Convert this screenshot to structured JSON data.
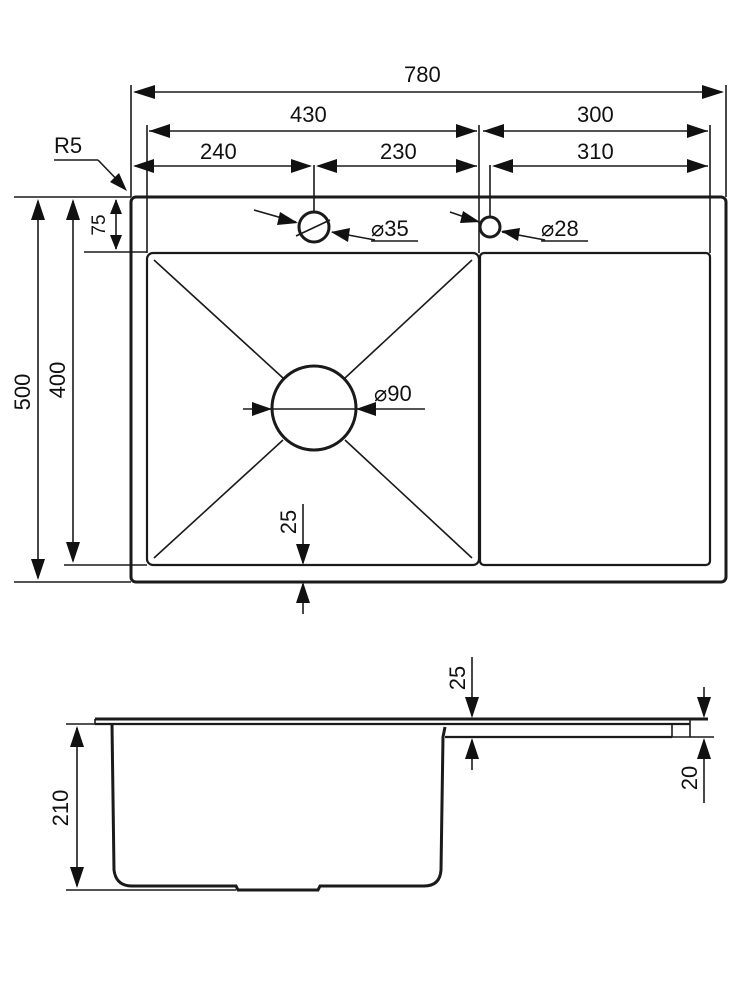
{
  "top_view": {
    "dimensions": {
      "overall_width": "780",
      "bowl_section_width": "430",
      "drainboard_width": "300",
      "left_to_tap_hole": "240",
      "tap_hole_to_divider": "230",
      "right_hole_to_edge": "310",
      "overall_depth": "500",
      "bowl_depth": "400",
      "rim_to_bowl": "75",
      "bottom_margin": "25"
    },
    "labels": {
      "corner_radius": "R5",
      "tap_hole_diameter": "⌀35",
      "second_hole_diameter": "⌀28",
      "drain_diameter": "⌀90"
    }
  },
  "side_view": {
    "dimensions": {
      "bowl_height": "210",
      "drainboard_drop": "25",
      "edge_thickness": "20"
    }
  }
}
